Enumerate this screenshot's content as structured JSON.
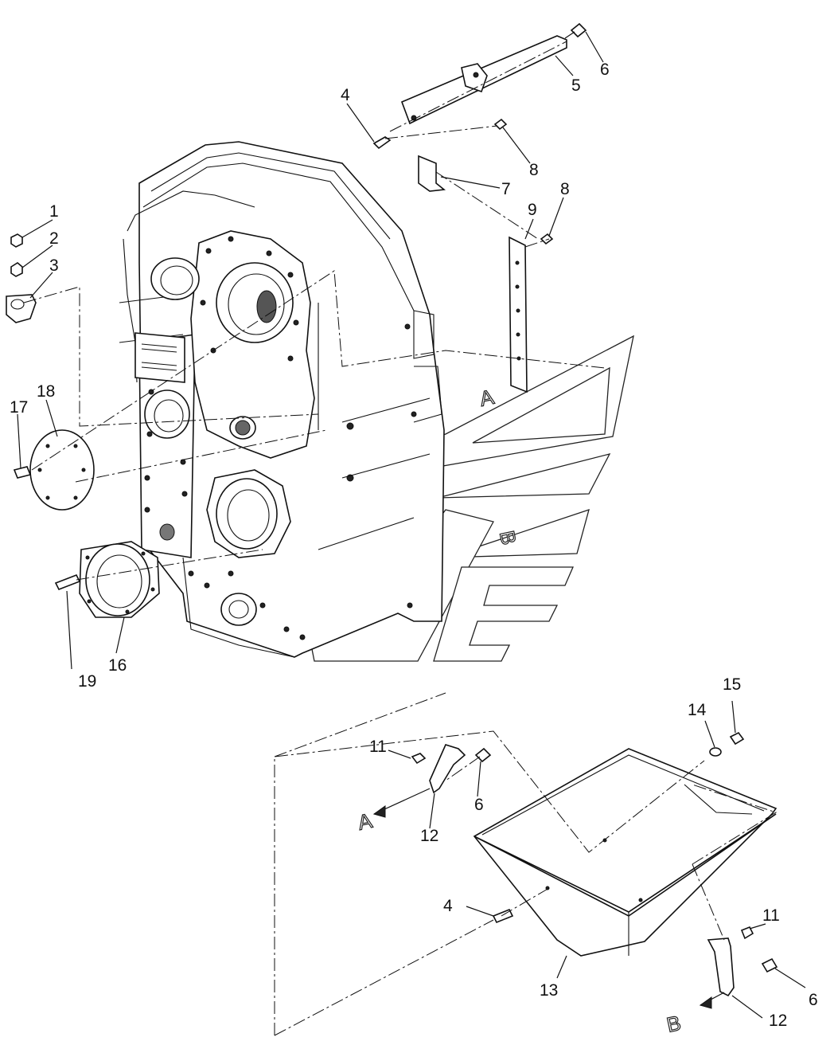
{
  "callouts": [
    {
      "id": "c1",
      "text": "1"
    },
    {
      "id": "c2",
      "text": "2"
    },
    {
      "id": "c3",
      "text": "3"
    },
    {
      "id": "c4a",
      "text": "4"
    },
    {
      "id": "c4b",
      "text": "4"
    },
    {
      "id": "c5",
      "text": "5"
    },
    {
      "id": "c6a",
      "text": "6"
    },
    {
      "id": "c6b",
      "text": "6"
    },
    {
      "id": "c6c",
      "text": "6"
    },
    {
      "id": "c7",
      "text": "7"
    },
    {
      "id": "c8a",
      "text": "8"
    },
    {
      "id": "c8b",
      "text": "8"
    },
    {
      "id": "c9",
      "text": "9"
    },
    {
      "id": "c11a",
      "text": "11"
    },
    {
      "id": "c11b",
      "text": "11"
    },
    {
      "id": "c12a",
      "text": "12"
    },
    {
      "id": "c12b",
      "text": "12"
    },
    {
      "id": "c13",
      "text": "13"
    },
    {
      "id": "c14",
      "text": "14"
    },
    {
      "id": "c15",
      "text": "15"
    },
    {
      "id": "c16",
      "text": "16"
    },
    {
      "id": "c17",
      "text": "17"
    },
    {
      "id": "c18",
      "text": "18"
    },
    {
      "id": "c19",
      "text": "19"
    }
  ],
  "reference_letters": {
    "a_housing": "A",
    "b_housing": "B",
    "a_pan": "A",
    "b_pan": "B"
  }
}
